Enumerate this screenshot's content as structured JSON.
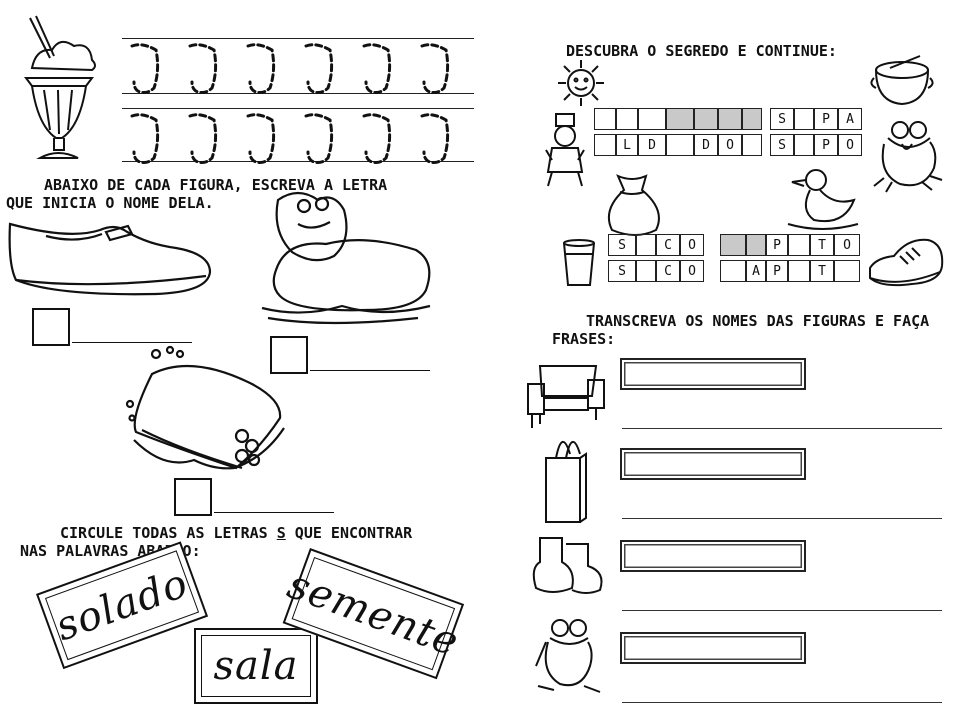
{
  "left": {
    "tracing": {
      "letter": "J",
      "rows": 2,
      "per_row": 6
    },
    "instruction1": [
      "ABAIXO DE CADA FIGURA, ESCREVA A LETRA",
      "QUE INICIA O NOME DELA."
    ],
    "instruction2": [
      "CIRCULE TODAS AS LETRAS ",
      "S",
      " QUE ENCONTRAR",
      "NAS PALAVRAS ABAIXO:"
    ],
    "words": [
      "solado",
      "sala",
      "semente"
    ]
  },
  "right": {
    "instruction1": "DESCUBRA O SEGREDO E CONTINUE:",
    "grid1": {
      "row1": [
        "",
        "",
        "",
        "",
        "",
        "",
        ""
      ],
      "row2": [
        "",
        "L",
        "D",
        "",
        "D",
        "O",
        ""
      ],
      "row1_shaded": [
        3,
        4,
        5,
        6
      ],
      "side_row1": [
        "S",
        "",
        "P",
        "A"
      ],
      "side_row2": [
        "S",
        "",
        "P",
        "O"
      ]
    },
    "grid2": {
      "left_row1": [
        "S",
        "",
        "C",
        "O"
      ],
      "left_row2": [
        "S",
        "",
        "C",
        "O"
      ],
      "right_row1": [
        "",
        "",
        "P",
        "",
        "T",
        "O"
      ],
      "right_row2": [
        "",
        "A",
        "P",
        "",
        "T",
        ""
      ],
      "right_row1_shaded": [
        0,
        1
      ]
    },
    "instruction2": [
      "TRANSCREVA OS NOMES DAS FIGURAS E FAÇA",
      "FRASES:"
    ],
    "figures": [
      "sofa-icon",
      "bag-icon",
      "boots-icon",
      "frog-icon"
    ]
  }
}
